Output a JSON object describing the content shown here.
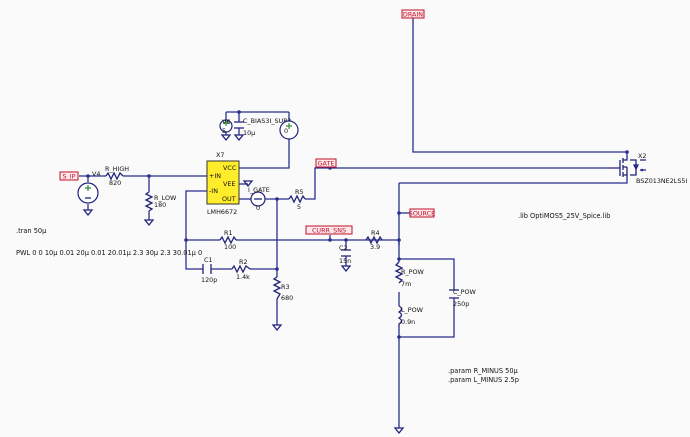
{
  "nets": {
    "drain": "DRAIN",
    "s_ip": "S_IP",
    "gate": "GATE",
    "curr_sns": "CURR_SNS",
    "source": "SOURCE"
  },
  "parts": {
    "x7": {
      "ref": "X7",
      "value": "LMH6672",
      "pins": {
        "in_p": "+IN",
        "in_m": "-IN",
        "vcc": "VCC",
        "vee": "VEE",
        "out": "OUT"
      }
    },
    "x2": {
      "ref": "X2",
      "value": "BSZ013NE2LS5I"
    },
    "v6": {
      "ref": "V6",
      "value": "5"
    },
    "v4": {
      "ref": "V4"
    },
    "c_bias": {
      "ref": "C_BIAS3I_SUP3",
      "value": "10µ"
    },
    "zero_src": {
      "value": "0"
    },
    "i_gate": {
      "ref": "I_GATE",
      "value": "0"
    },
    "r_high": {
      "ref": "R_HIGH",
      "value": "820"
    },
    "r_low": {
      "ref": "R_LOW",
      "value": "180"
    },
    "r5": {
      "ref": "R5",
      "value": "5"
    },
    "r1": {
      "ref": "R1",
      "value": "100"
    },
    "c1": {
      "ref": "C1",
      "value": "120p"
    },
    "r2": {
      "ref": "R2",
      "value": "1.4k"
    },
    "r3": {
      "ref": "R3",
      "value": "680"
    },
    "c2": {
      "ref": "C2",
      "value": "15n"
    },
    "r4": {
      "ref": "R4",
      "value": "3.9"
    },
    "r_pow": {
      "ref": "R_POW",
      "value": "7m"
    },
    "l_pow": {
      "ref": "L_POW",
      "value": "0.9n"
    },
    "c_pow": {
      "ref": "C_POW",
      "value": "250p"
    }
  },
  "directives": {
    "tran": ".tran 50µ",
    "pwl": "PWL 0 0 10µ 0.01 20µ 0.01 20.01µ 2.3 30µ 2.3 30.01µ 0",
    "lib": ".lib OptiMOS5_25V_Spice.lib",
    "param1": ".param R_MINUS 50µ",
    "param2": ".param L_MINUS 2.5p"
  },
  "colors": {
    "wire": "#2a2f8f",
    "net_label": "#c0102a",
    "opamp_fill": "#ffec2a",
    "source_plus": "#2e8b3a"
  }
}
